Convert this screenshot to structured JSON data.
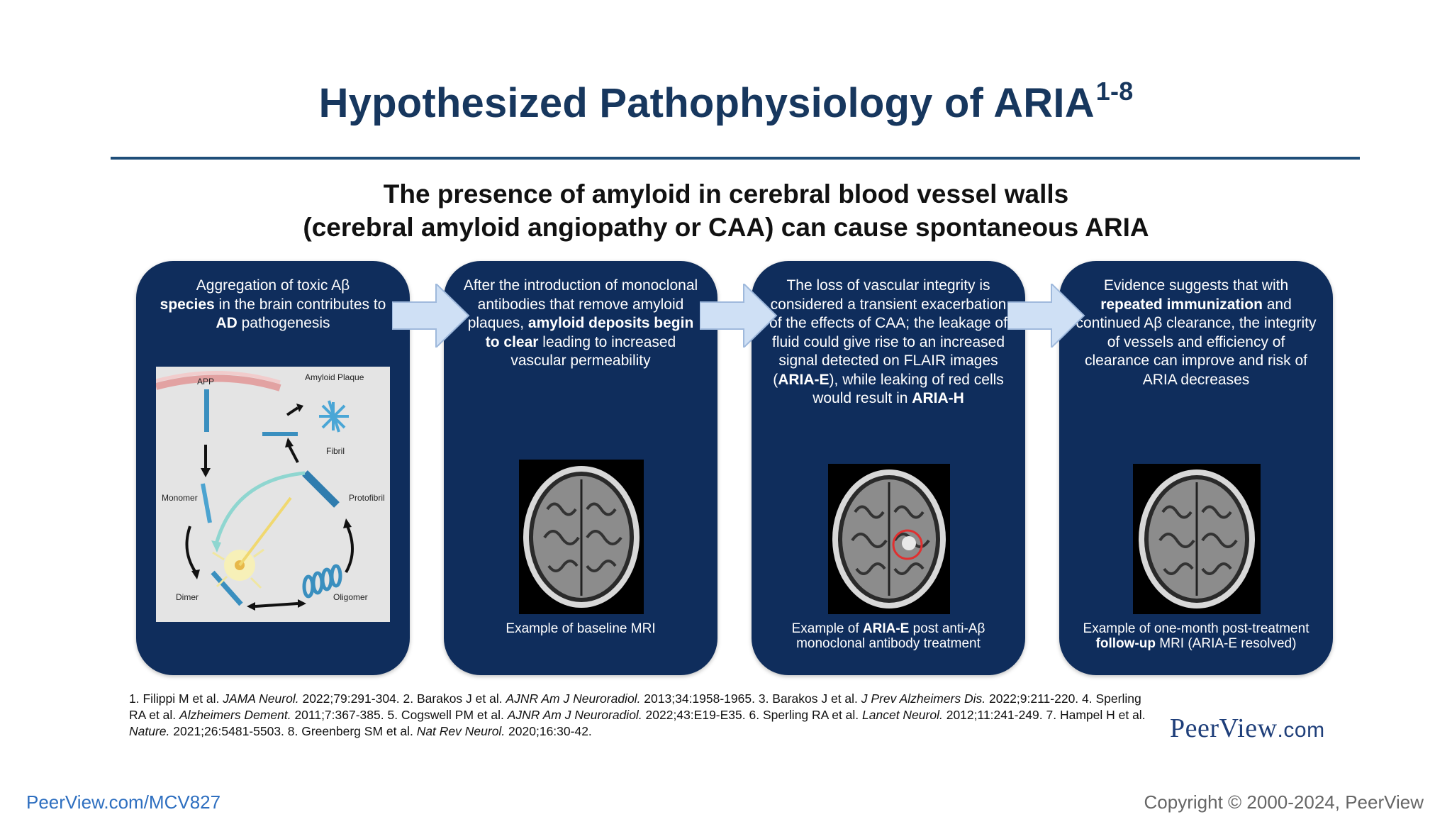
{
  "title": {
    "main": "Hypothesized Pathophysiology of ARIA",
    "sup": "1-8"
  },
  "subtitle": {
    "line1": "The presence of amyloid in cerebral blood vessel walls",
    "line2": "(cerebral amyloid angiopathy or CAA) can cause spontaneous ARIA"
  },
  "panels": [
    {
      "t1": "Aggregation of toxic Aβ",
      "b1": "species",
      "t2": " in the brain contributes to ",
      "b2": "AD",
      "t3": " pathogenesis",
      "diagram": {
        "app": "APP",
        "plaque": "Amyloid Plaque",
        "fibril": "Fibril",
        "monomer": "Monomer",
        "protofibril": "Protofibril",
        "dimer": "Dimer",
        "oligomer": "Oligomer"
      }
    },
    {
      "t1": "After the introduction of monoclonal antibodies that remove amyloid plaques, ",
      "b1": "amyloid deposits begin to clear",
      "t2": " leading to increased vascular permeability",
      "caption": "Example of baseline MRI"
    },
    {
      "t1": "The loss of vascular integrity is considered a transient exacerbation of the effects of CAA; the leakage of fluid could give rise to an increased signal detected on FLAIR images (",
      "b1": "ARIA-E",
      "t2": "), while leaking of red cells would result in ",
      "b2": "ARIA-H",
      "cap_t1": "Example of ",
      "cap_b1": "ARIA-E",
      "cap_t2": " post anti-Aβ monoclonal antibody treatment"
    },
    {
      "t1": "Evidence suggests that with ",
      "b1": "repeated immunization",
      "t2": " and continued Aβ clearance, the integrity of vessels and efficiency of clearance can improve and risk of ARIA decreases",
      "cap_t1": "Example of one-month post-treatment ",
      "cap_b1": "follow-up",
      "cap_t2": " MRI (ARIA-E resolved)"
    }
  ],
  "references": {
    "r1a": "1. Filippi M et al. ",
    "r1j": "JAMA Neurol.",
    "r1b": " 2022;79:291-304. 2. Barakos J et al. ",
    "r2j": "AJNR Am J Neuroradiol.",
    "r2b": " 2013;34:1958-1965. 3. Barakos J et al. ",
    "r3j": "J Prev Alzheimers Dis.",
    "r3b": " 2022;9:211-220. 4. Sperling RA et al. ",
    "r4j": "Alzheimers Dement.",
    "r4b": " 2011;7:367-385. 5. Cogswell PM et al. ",
    "r5j": "AJNR Am J Neuroradiol.",
    "r5b": " 2022;43:E19-E35. 6. Sperling RA et al. ",
    "r6j": "Lancet Neurol.",
    "r6b": " 2012;11:241-249. 7. Hampel H et al. ",
    "r7j": "Nature.",
    "r7b": " 2021;26:5481-5503. 8. Greenberg SM et al. ",
    "r8j": "Nat Rev Neurol.",
    "r8b": " 2020;16:30-42."
  },
  "logo": {
    "name": "PeerView",
    "domain": ".com"
  },
  "footer": {
    "link": "PeerView.com/MCV827",
    "copyright": "Copyright © 2000-2024, PeerView"
  },
  "colors": {
    "title": "#17375e",
    "panel": "#0f2d5c",
    "arrow": "#cfe0f5",
    "link": "#2e6fc0",
    "lesion_circle": "#e03030"
  }
}
